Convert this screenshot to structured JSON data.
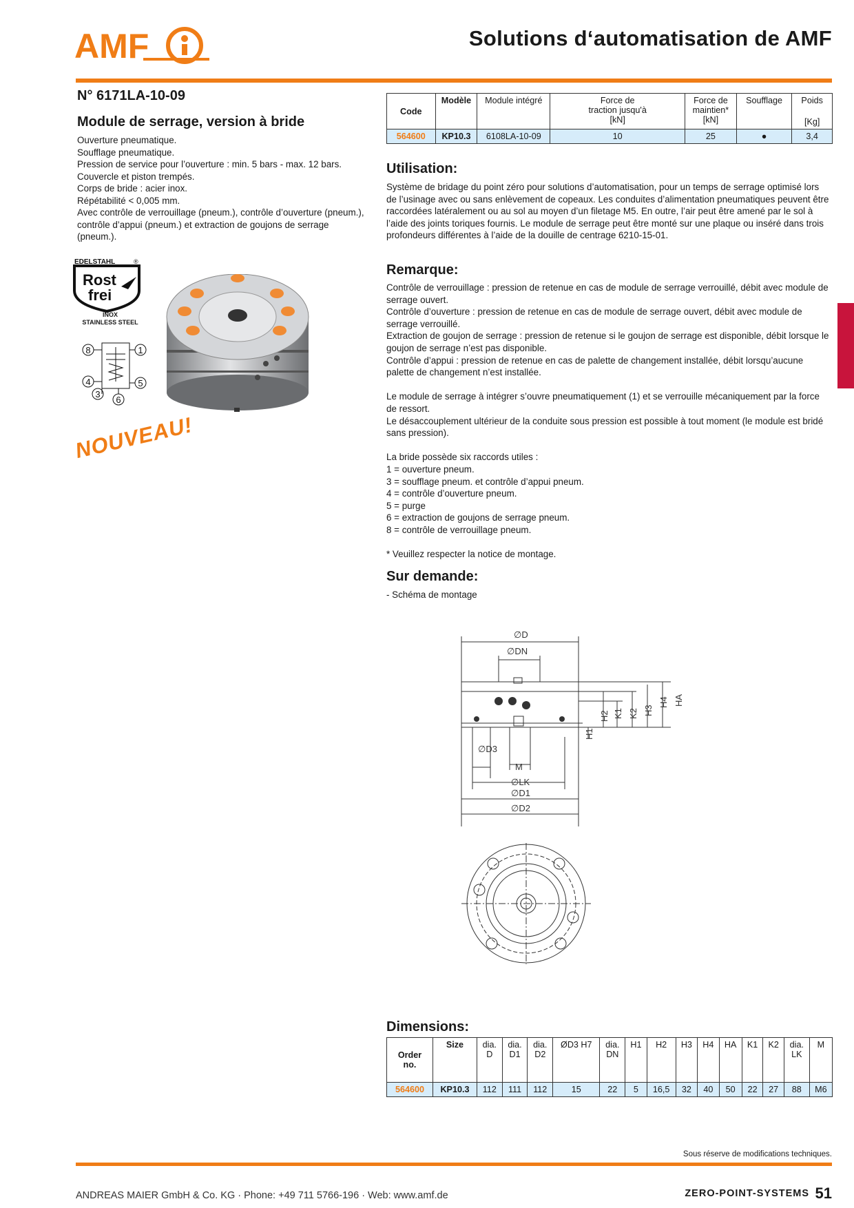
{
  "header": {
    "logo_text": "AMF",
    "title": "Solutions d‘automatisation de AMF"
  },
  "product": {
    "article_no": "N° 6171LA-10-09",
    "name": "Module de serrage, version à bride",
    "features": [
      "Ouverture pneumatique.",
      "Soufflage pneumatique.",
      "Pression de service pour l’ouverture : min. 5 bars - max. 12 bars.",
      "Couvercle et piston trempés.",
      "Corps de bride : acier inox.",
      "Répétabilité < 0,005 mm.",
      "Avec contrôle de verrouillage (pneum.), contrôle d’ouverture (pneum.), contrôle d’appui (pneum.) et extraction de goujons de serrage (pneum.)."
    ]
  },
  "badges": {
    "rostfrei_top": "EDELSTAHL",
    "rostfrei_word1": "Rost",
    "rostfrei_word2": "frei",
    "inox_line1": "INOX",
    "inox_line2": "STAINLESS STEEL",
    "nouveau": "NOUVEAU!"
  },
  "schematic_numbers": [
    "8",
    "1",
    "4",
    "5",
    "3",
    "6"
  ],
  "spec_table": {
    "headers": {
      "code": "Code",
      "model": "Modèle",
      "module": "Module intégré",
      "force1_l1": "Force de",
      "force1_l2": "traction jusqu'à",
      "force1_unit": "[kN]",
      "force2_l1": "Force de",
      "force2_l2": "maintien*",
      "force2_unit": "[kN]",
      "blow": "Soufflage",
      "weight": "Poids",
      "weight_unit": "[Kg]"
    },
    "row": {
      "code": "564600",
      "model": "KP10.3",
      "module": "6108LA-10-09",
      "force1": "10",
      "force2": "25",
      "blow": "●",
      "weight": "3,4"
    }
  },
  "utilisation": {
    "title": "Utilisation:",
    "text": "Système de bridage du point zéro pour solutions d’automatisation, pour un temps de serrage optimisé lors de l’usinage avec ou sans enlèvement de copeaux. Les conduites d’alimentation pneumatiques peuvent être raccordées latéralement ou au sol au moyen d’un filetage M5. En outre, l’air peut être amené par le sol à l’aide des joints toriques fournis. Le module de serrage peut être monté sur une plaque ou inséré dans trois profondeurs différentes à l’aide de la douille de centrage 6210-15-01."
  },
  "remarque": {
    "title": "Remarque:",
    "lines": [
      "Contrôle de verrouillage : pression de retenue en cas de module de serrage verrouillé, débit avec module de serrage ouvert.",
      "Contrôle d’ouverture : pression de retenue en cas de module de serrage ouvert, débit avec module de serrage verrouillé.",
      "Extraction de goujon de serrage : pression de retenue si le goujon de serrage est disponible, débit lorsque le goujon de serrage n’est pas disponible.",
      "Contrôle d’appui : pression de retenue en cas de palette de changement installée, débit lorsqu’aucune palette de changement n’est installée.",
      "",
      "Le module de serrage à intégrer s’ouvre pneumatiquement (1) et se verrouille mécaniquement par la force de ressort.",
      "Le désaccouplement ultérieur de la conduite sous pression est possible à tout moment (le module est bridé sans pression).",
      "",
      "La bride possède six raccords utiles :",
      "1 = ouverture pneum.",
      "3 = soufflage pneum. et contrôle d’appui pneum.",
      "4 = contrôle d’ouverture pneum.",
      "5 = purge",
      "6 = extraction de goujons de serrage pneum.",
      "8 = contrôle de verrouillage pneum.",
      "",
      "* Veuillez respecter la notice de montage."
    ]
  },
  "sur_demande": {
    "title": "Sur demande:",
    "text": "- Schéma de montage"
  },
  "drawing_labels": {
    "d": "∅D",
    "dn": "∅DN",
    "d3": "∅D3",
    "m": "M",
    "lk": "∅LK",
    "d1": "∅D1",
    "d2": "∅D2",
    "h1": "H1",
    "h2": "H2",
    "k1": "K1",
    "k2": "K2",
    "h3": "H3",
    "h4": "H4",
    "ha": "HA"
  },
  "dimensions": {
    "title": "Dimensions:",
    "headers": [
      {
        "l1": "Order",
        "l2": "no."
      },
      {
        "l1": "Size",
        "l2": ""
      },
      {
        "l1": "dia.",
        "l2": "D"
      },
      {
        "l1": "dia.",
        "l2": "D1"
      },
      {
        "l1": "dia.",
        "l2": "D2"
      },
      {
        "l1": "ØD3 H7",
        "l2": ""
      },
      {
        "l1": "dia.",
        "l2": "DN"
      },
      {
        "l1": "H1",
        "l2": ""
      },
      {
        "l1": "H2",
        "l2": ""
      },
      {
        "l1": "H3",
        "l2": ""
      },
      {
        "l1": "H4",
        "l2": ""
      },
      {
        "l1": "HA",
        "l2": ""
      },
      {
        "l1": "K1",
        "l2": ""
      },
      {
        "l1": "K2",
        "l2": ""
      },
      {
        "l1": "dia.",
        "l2": "LK"
      },
      {
        "l1": "M",
        "l2": ""
      }
    ],
    "row": [
      "564600",
      "KP10.3",
      "112",
      "111",
      "112",
      "15",
      "22",
      "5",
      "16,5",
      "32",
      "40",
      "50",
      "22",
      "27",
      "88",
      "M6"
    ]
  },
  "footer": {
    "reserve": "Sous réserve de modifications techniques.",
    "company": "ANDREAS MAIER GmbH & Co. KG · Phone: +49 711 5766-196 · Web: www.amf.de",
    "section": "ZERO-POINT-SYSTEMS",
    "page": "51"
  },
  "colors": {
    "brand_orange": "#f07d16",
    "tab_red": "#c8143c",
    "row_blue": "#d6ecfa"
  }
}
